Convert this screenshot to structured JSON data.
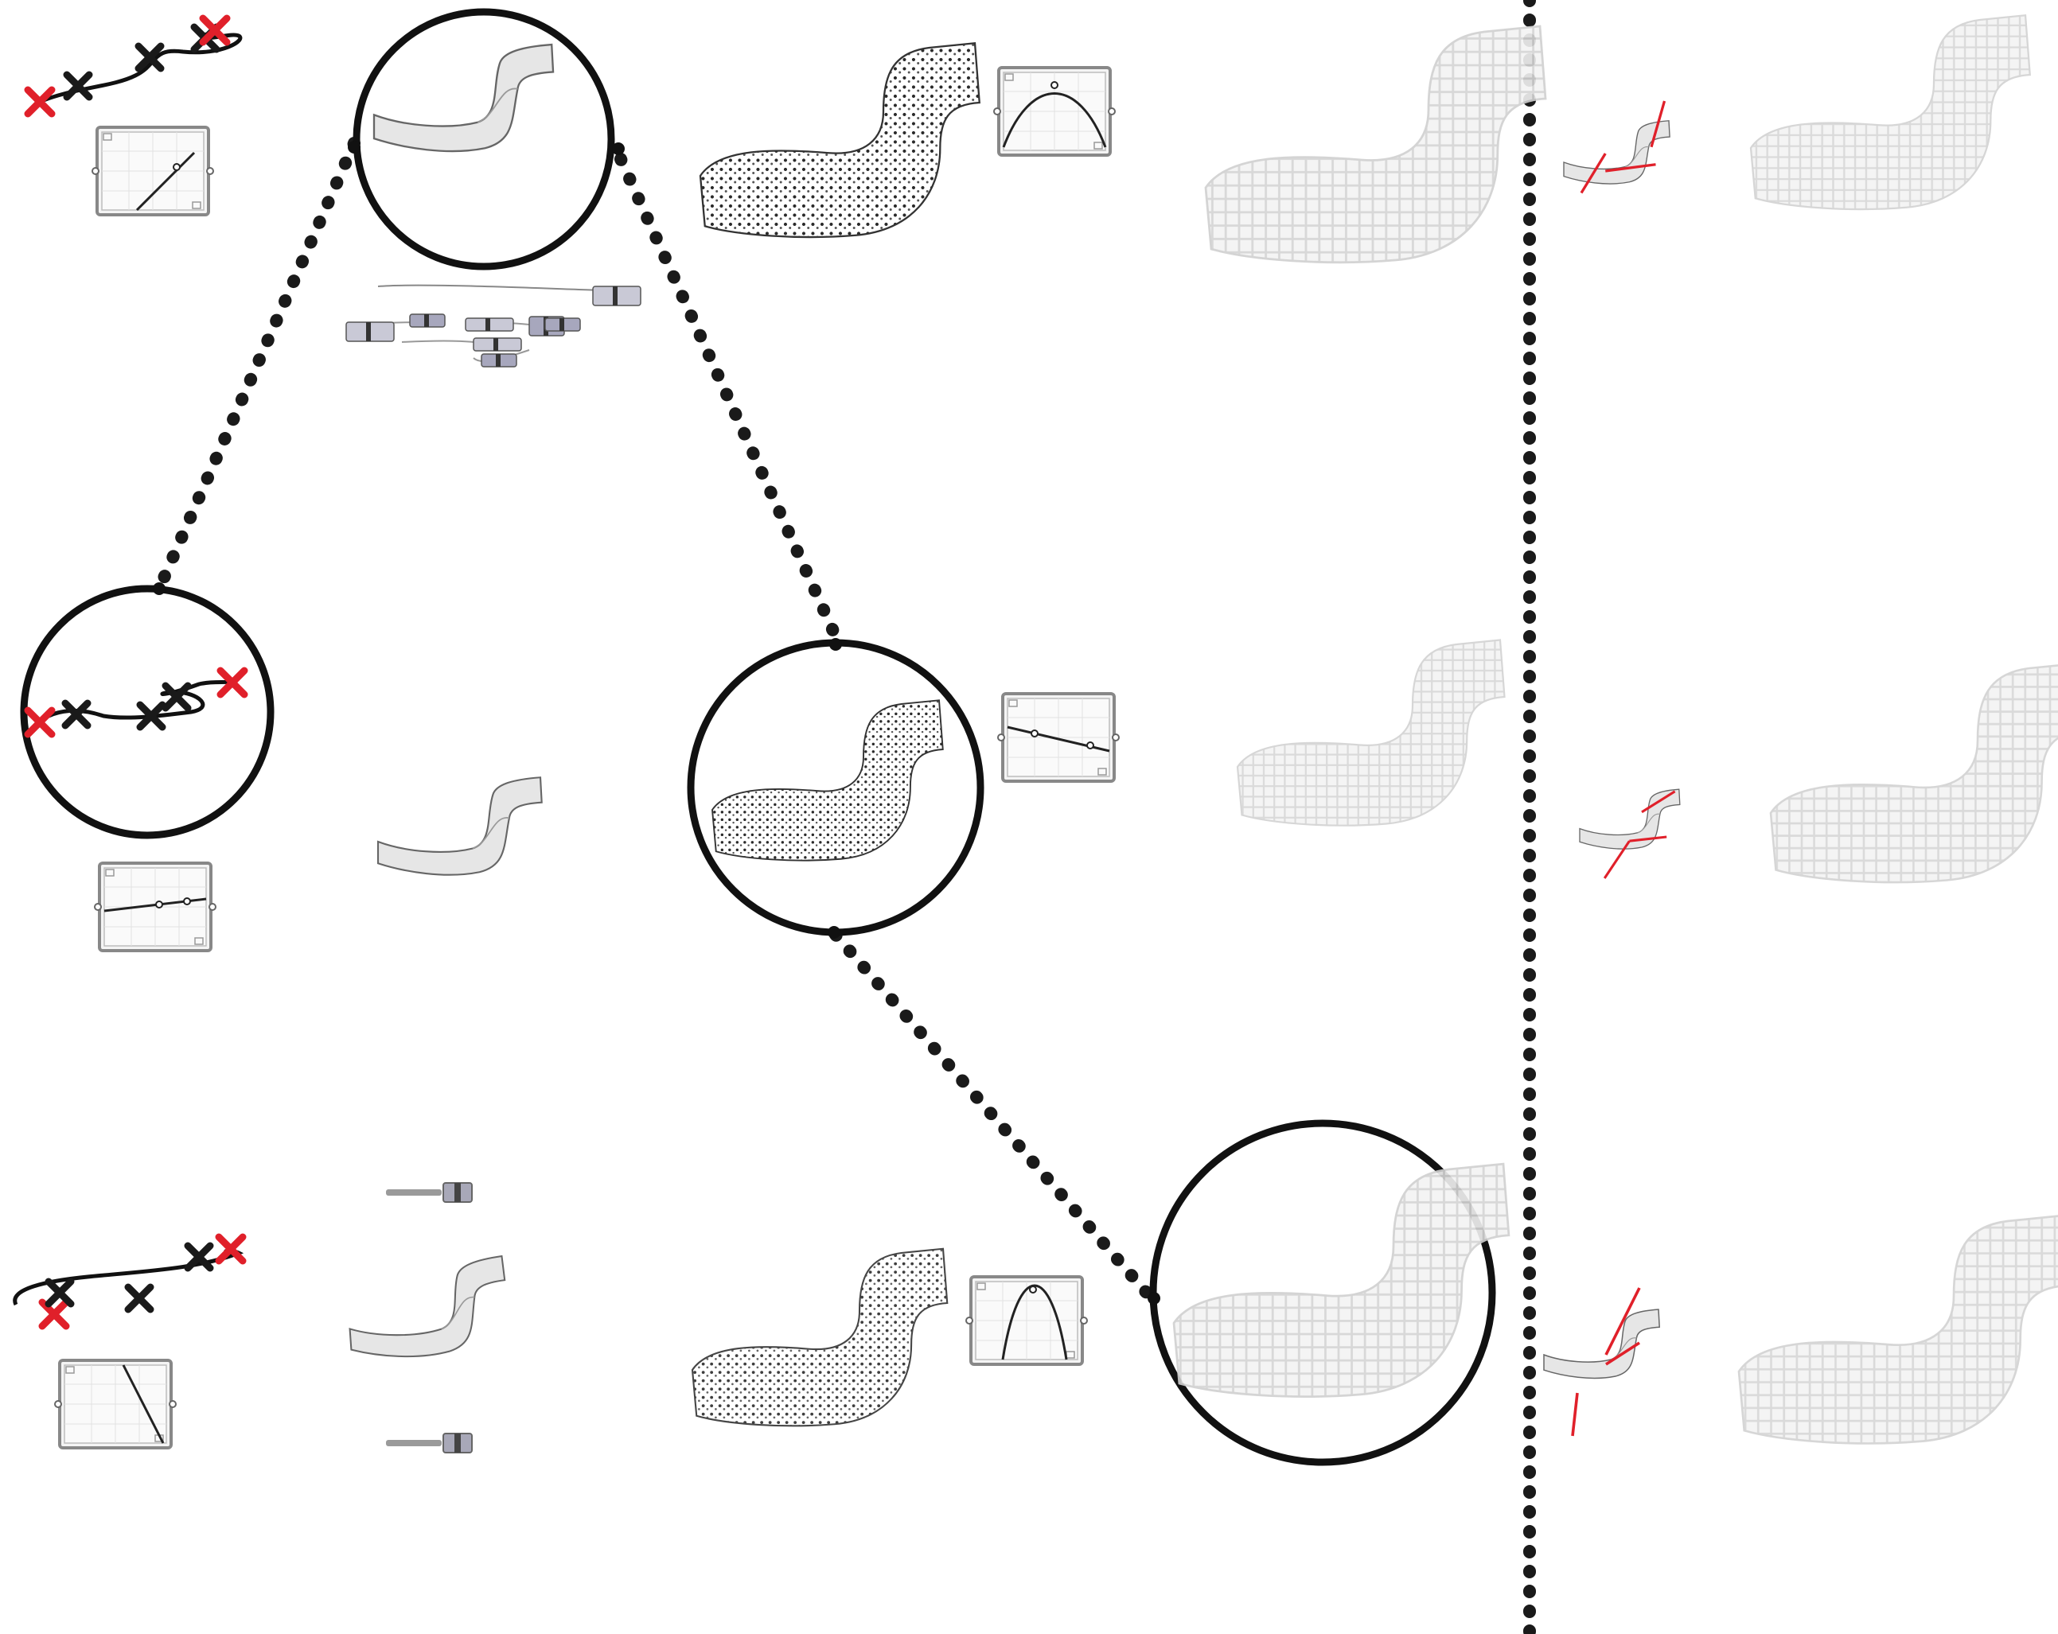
{
  "diagram": {
    "description_free": true,
    "stages": [
      {
        "id": "top-left-curve"
      },
      {
        "id": "ribbon-surface"
      },
      {
        "id": "voxel-field"
      },
      {
        "id": "faded-output"
      }
    ],
    "colors": {
      "ink": "#1a1a1a",
      "accent_red": "#e0202a",
      "graph_frame": "#8a8a8a",
      "graph_fill": "#f2f2f2",
      "faded_voxel": "#d8d8d8",
      "ribbon_fill": "#e6e6e6"
    },
    "icons": [
      "control-point-cross-icon",
      "graph-mapper-icon",
      "grasshopper-node-icon"
    ]
  }
}
